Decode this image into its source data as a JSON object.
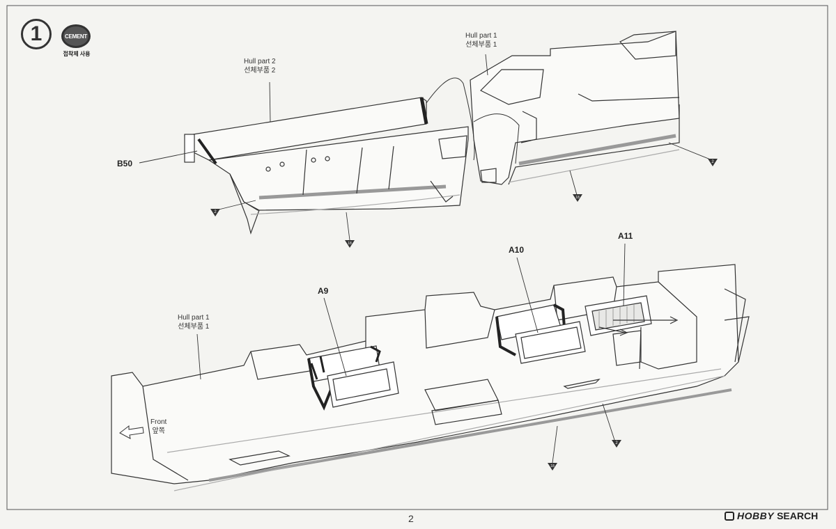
{
  "step": {
    "number": "1",
    "cement_label": "CEMENT",
    "cement_note": "접착제 사용"
  },
  "top": {
    "hull2_en": "Hull part 2",
    "hull2_ko": "선체부품 2",
    "hull1_en": "Hull part 1",
    "hull1_ko": "선체부품 1",
    "b50": "B50"
  },
  "bottom": {
    "hull1_en": "Hull part 1",
    "hull1_ko": "선체부품 1",
    "a9": "A9",
    "a10": "A10",
    "a11": "A11",
    "front_en": "Front",
    "front_ko": "앞쪽"
  },
  "markers": {
    "m2": "2",
    "m18": "18"
  },
  "footer": {
    "page_number": "2",
    "watermark_brand": "HOBBY",
    "watermark_word": "SEARCH"
  },
  "colors": {
    "line": "#333333",
    "paper": "#f4f4f1",
    "dark": "#2a2a2a"
  }
}
